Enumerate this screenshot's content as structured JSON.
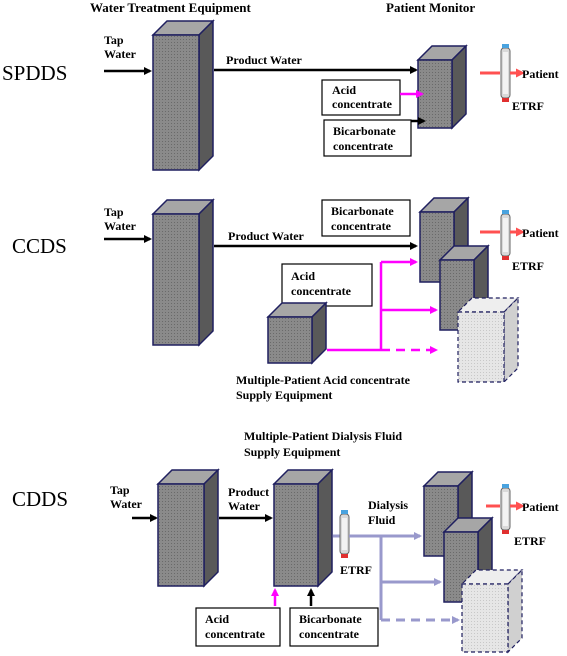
{
  "headers": {
    "water_treatment": "Water Treatment Equipment",
    "patient_monitor": "Patient Monitor"
  },
  "sections": {
    "spdds": "SPDDS",
    "ccds": "CCDS",
    "cdds": "CDDS"
  },
  "spdds": {
    "tap_line1": "Tap",
    "tap_line2": "Water",
    "product_water": "Product Water",
    "acid_line1": "Acid",
    "acid_line2": "concentrate",
    "bicarb_line1": "Bicarbonate",
    "bicarb_line2": "concentrate",
    "patient": "Patient",
    "etrf": "ETRF"
  },
  "ccds": {
    "tap_line1": "Tap",
    "tap_line2": "Water",
    "product_water": "Product Water",
    "bicarb_line1": "Bicarbonate",
    "bicarb_line2": "concentrate",
    "acid_line1": "Acid",
    "acid_line2": "concentrate",
    "patient": "Patient",
    "etrf": "ETRF",
    "supply_line1": "Multiple-Patient  Acid concentrate",
    "supply_line2": "Supply Equipment"
  },
  "cdds": {
    "title_line1": "Multiple-Patient Dialysis Fluid",
    "title_line2": "Supply Equipment",
    "tap_line1": "Tap",
    "tap_line2": "Water",
    "product_line1": "Product",
    "product_line2": "Water",
    "dialysis_line1": "Dialysis",
    "dialysis_line2": "Fluid",
    "etrf_left": "ETRF",
    "patient": "Patient",
    "etrf_right": "ETRF",
    "acid_line1": "Acid",
    "acid_line2": "concentrate",
    "bicarb_line1": "Bicarbonate",
    "bicarb_line2": "concentrate"
  },
  "colors": {
    "box_fill": "#7f7f7f",
    "box_top": "#a6a6a6",
    "box_side": "#595959",
    "box_stroke": "#1f1f5f",
    "magenta": "#ff00ff",
    "lavender": "#9999cc",
    "patient_arrow": "#ff5050",
    "ghost": "#e0e0e0"
  }
}
